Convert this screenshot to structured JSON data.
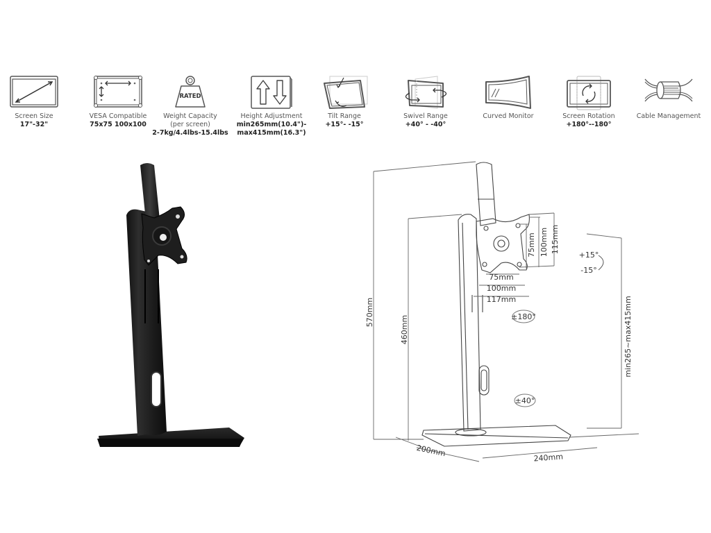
{
  "features": [
    {
      "id": "screen-size",
      "label": "Screen Size",
      "value": "17\"-32\"",
      "icon": "screen-diagonal-icon"
    },
    {
      "id": "vesa",
      "label": "VESA Compatible",
      "value": "75x75 100x100",
      "icon": "vesa-pattern-icon"
    },
    {
      "id": "weight",
      "label": "Weight Capacity",
      "sublabel": "(per screen)",
      "value": "2-7kg/4.4lbs-15.4lbs",
      "icon": "rated-weight-icon",
      "icon_text": "RATED"
    },
    {
      "id": "height",
      "label": "Height Adjustment",
      "value": "min265mm(10.4\")-",
      "value2": "max415mm(16.3\")",
      "icon": "up-down-arrows-icon"
    },
    {
      "id": "tilt",
      "label": "Tilt Range",
      "value": "+15°- -15°",
      "icon": "tilt-icon"
    },
    {
      "id": "swivel",
      "label": "Swivel Range",
      "value": "+40° - -40°",
      "icon": "swivel-icon"
    },
    {
      "id": "curved",
      "label": "Curved Monitor",
      "icon": "curved-monitor-icon"
    },
    {
      "id": "rotation",
      "label": "Screen Rotation",
      "value": "+180°--180°",
      "icon": "rotation-icon"
    },
    {
      "id": "cable",
      "label": "Cable Management",
      "icon": "cable-clip-icon"
    }
  ],
  "drawing": {
    "total_height": "570mm",
    "pole_height": "460mm",
    "adjust_range": "min265~max415mm",
    "vesa_v75": "75mm",
    "vesa_v100": "100mm",
    "plate_v": "115mm",
    "vesa_h75": "75mm",
    "vesa_h100": "100mm",
    "plate_h": "117mm",
    "tilt_up": "+15°",
    "tilt_down": "-15°",
    "rotation": "±180°",
    "swivel": "±40°",
    "base_depth": "200mm",
    "base_width": "240mm"
  },
  "colors": {
    "stand": "#1c1c1c",
    "stand_highlight": "#3a3a3a",
    "line": "#555555"
  }
}
